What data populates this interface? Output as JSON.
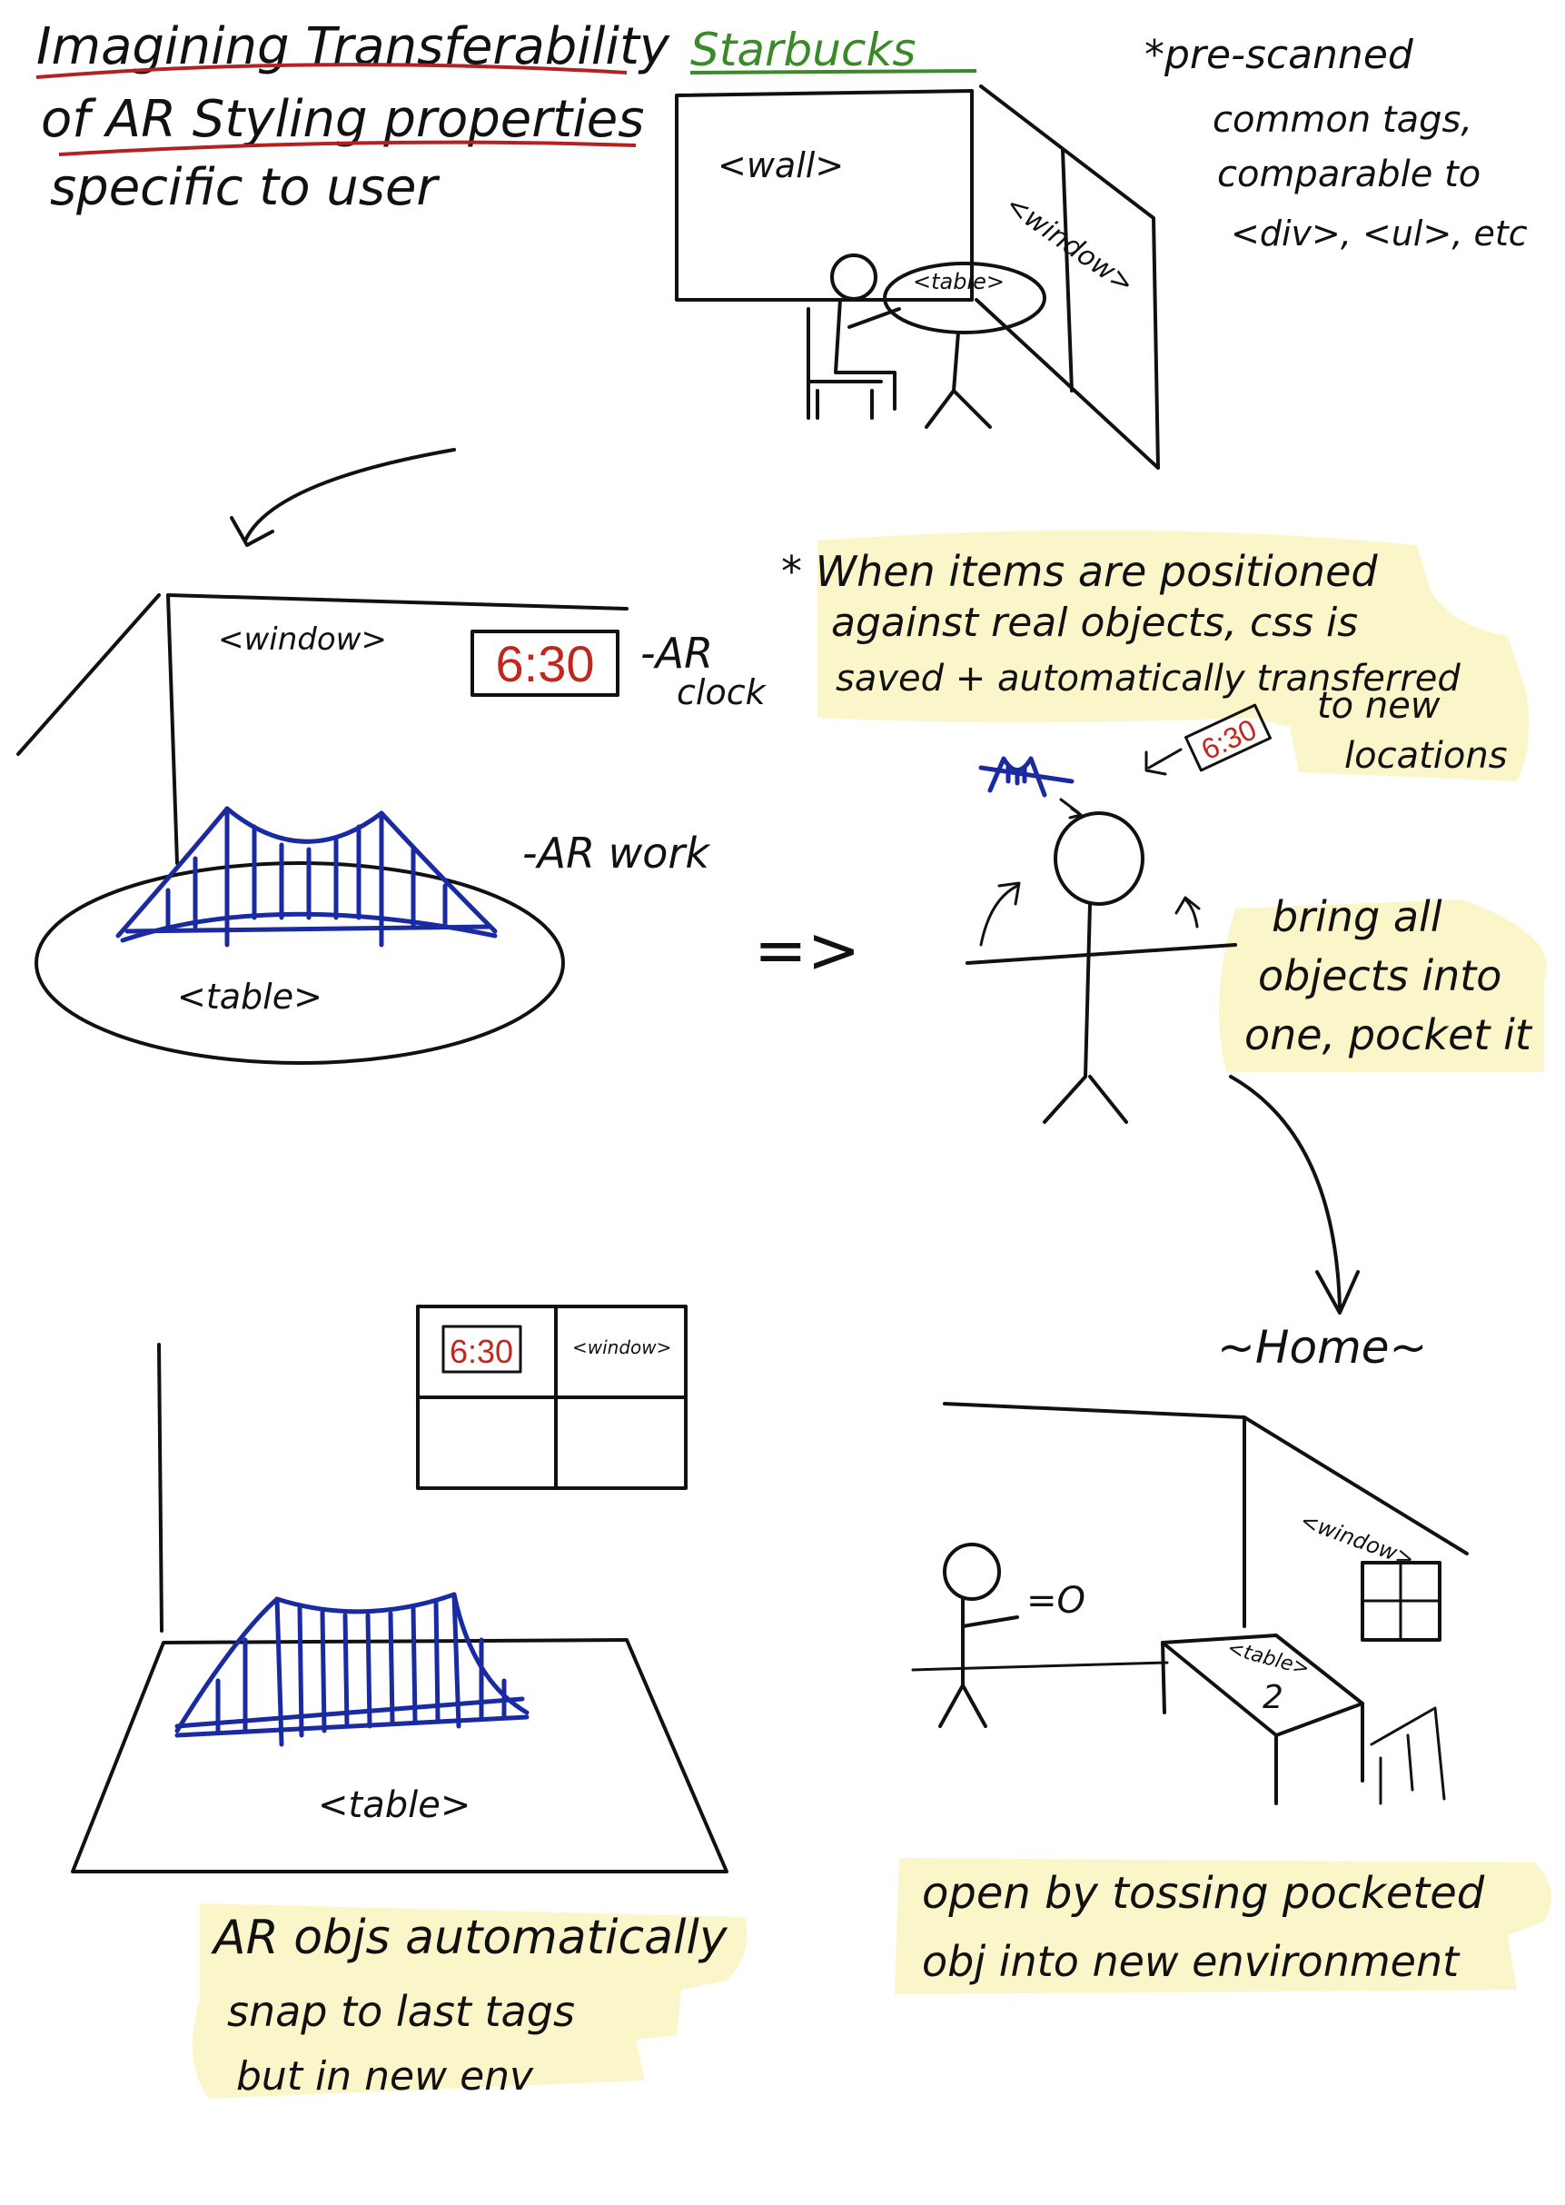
{
  "colors": {
    "ink": "#111111",
    "title_underline": "#b22222",
    "starbucks": "#3a8a2a",
    "highlight": "#faf6c6",
    "clock": "#c0281e",
    "bridge": "#1a2aa0"
  },
  "title": {
    "line1": "Imagining Transferability",
    "line2": "of AR Styling properties",
    "line3": "specific to user"
  },
  "scene_starbucks": {
    "label": "Starbucks",
    "wall_tag": "<wall>",
    "window_tag": "<window>",
    "table_tag": "<table>"
  },
  "note_prescanned": {
    "lines": [
      "*pre-scanned",
      "common tags,",
      "comparable to",
      "<div>, <ul>, etc"
    ]
  },
  "note_positioned": {
    "lines": [
      "* When items are positioned",
      "against real objects, css is",
      "saved + automatically transferred",
      "to new",
      "locations"
    ]
  },
  "scene_work": {
    "window_tag": "<window>",
    "clock_time": "6:30",
    "clock_label_1": "-AR",
    "clock_label_2": "clock",
    "work_label": "-AR work",
    "table_tag": "<table>",
    "arrow": "=>"
  },
  "scene_person": {
    "clock_time": "6:30",
    "note_lines": [
      "bring all",
      "objects into",
      "one, pocket it"
    ]
  },
  "scene_home": {
    "label": "~Home~",
    "window_tag": "<window>",
    "table_tag": "<table>",
    "table_number": "2",
    "toss_symbol": "=O",
    "note_lines": [
      "open by tossing pocketed",
      "obj into new environment"
    ]
  },
  "scene_result": {
    "clock_time": "6:30",
    "window_tag": "<window>",
    "table_tag": "<table>",
    "note_lines": [
      "AR objs automatically",
      "snap to last tags",
      "but in new env"
    ]
  }
}
